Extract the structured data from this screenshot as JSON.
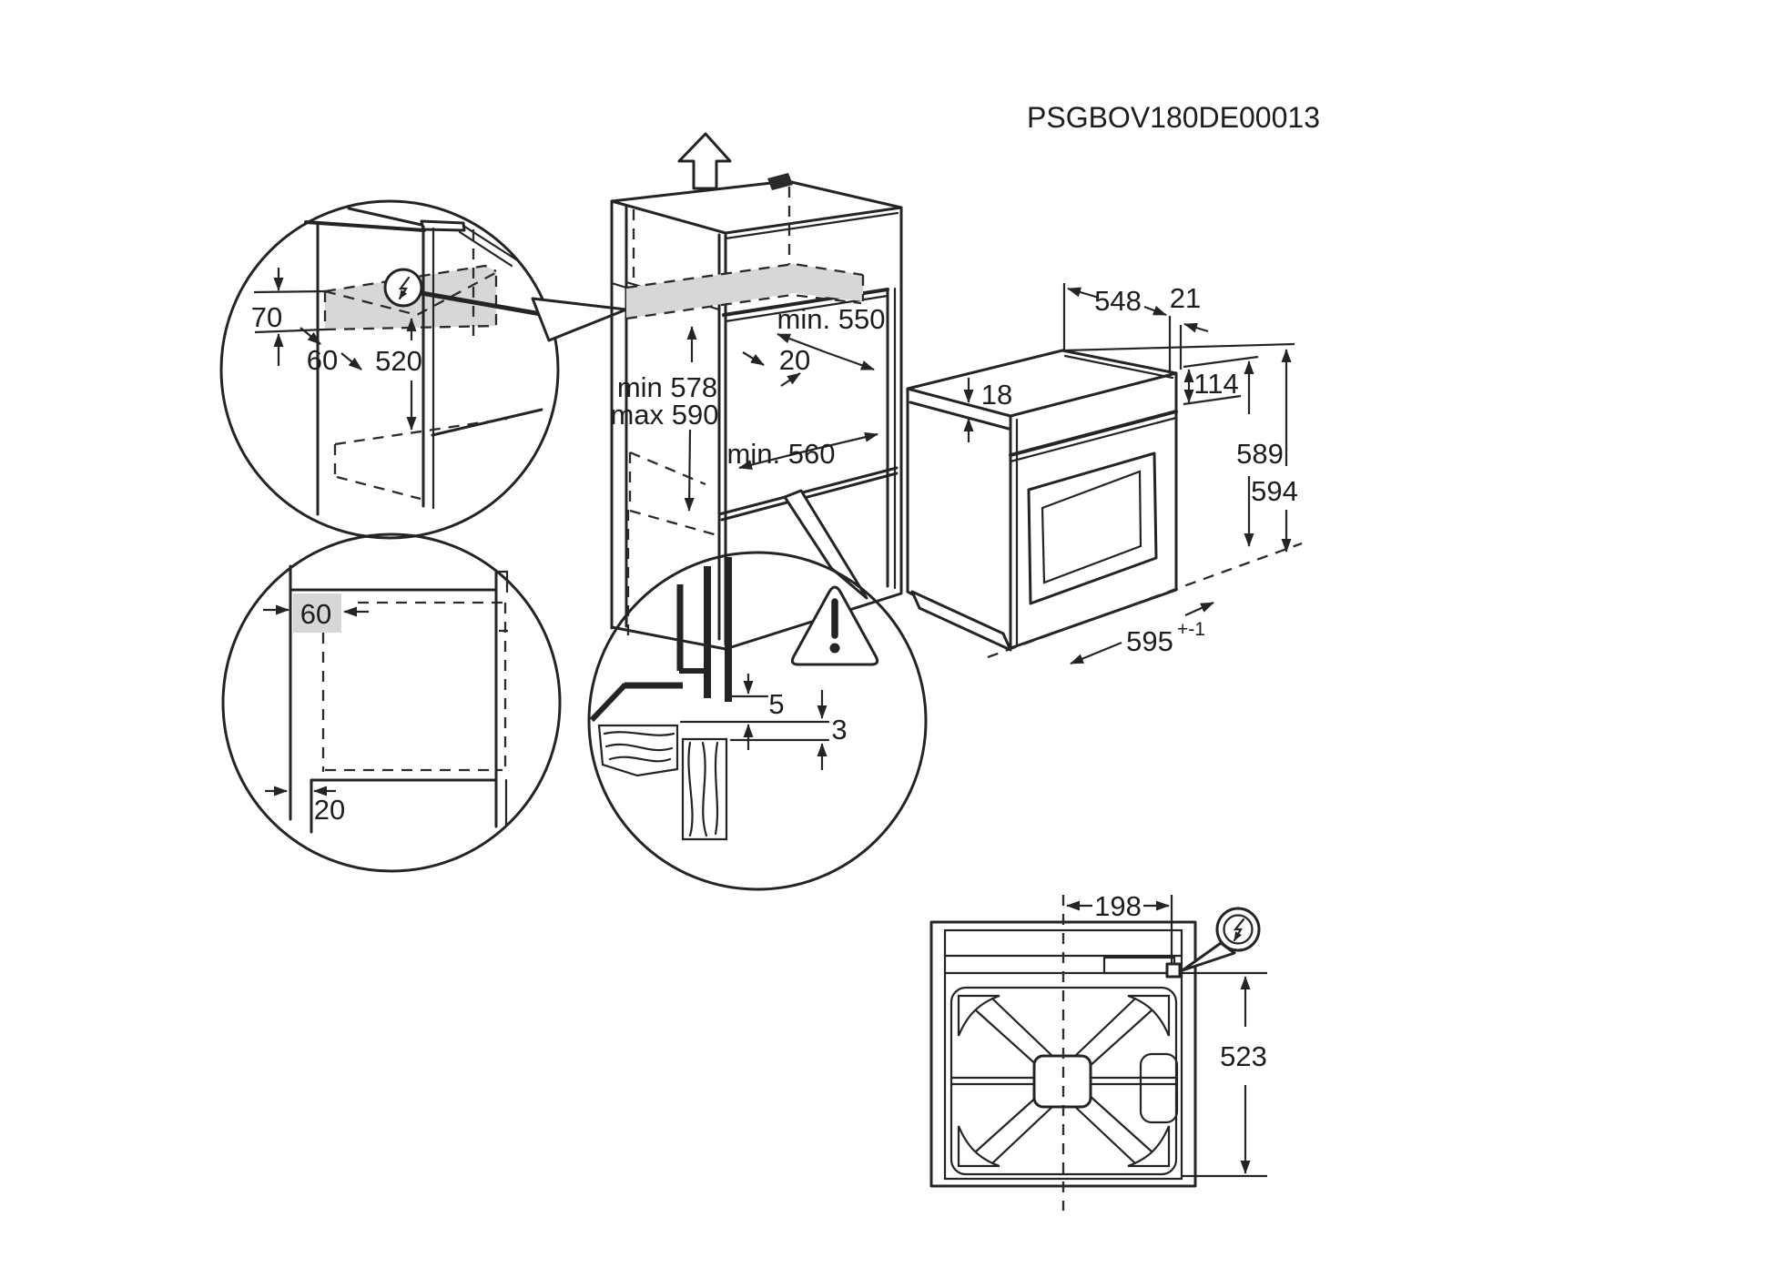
{
  "page": {
    "part_number": "PSGBOV180DE00013",
    "background": "#ffffff"
  },
  "colors": {
    "line": "#242424",
    "highlight_gray": "#d7d7d7",
    "text": "#1d1d1d"
  },
  "icons": {
    "electrical": "circle-lightning-bolt",
    "warning": "triangle-exclamation",
    "direction": "hollow-up-arrow"
  },
  "top_recess_detail": {
    "recess_height": "70",
    "recess_depth": "60",
    "recess_to_shelf": "520"
  },
  "niche": {
    "top_depth": "min. 550",
    "rear_gap": "20",
    "height_min": "min 578",
    "height_max": "max 590",
    "bottom_depth": "min. 560"
  },
  "oven": {
    "top_width": "548",
    "rear_offset": "21",
    "top_inset": "18",
    "control_panel_height": "114",
    "body_height": "589",
    "front_height": "594",
    "front_width": "595",
    "front_width_tolerance": "+-1"
  },
  "plinth_detail": {
    "side_clearance": "60",
    "front_gap": "20"
  },
  "gap_detail": {
    "upper_gap": "5",
    "lower_gap": "3"
  },
  "rear_view": {
    "connection_offset": "198",
    "rear_height": "523"
  }
}
